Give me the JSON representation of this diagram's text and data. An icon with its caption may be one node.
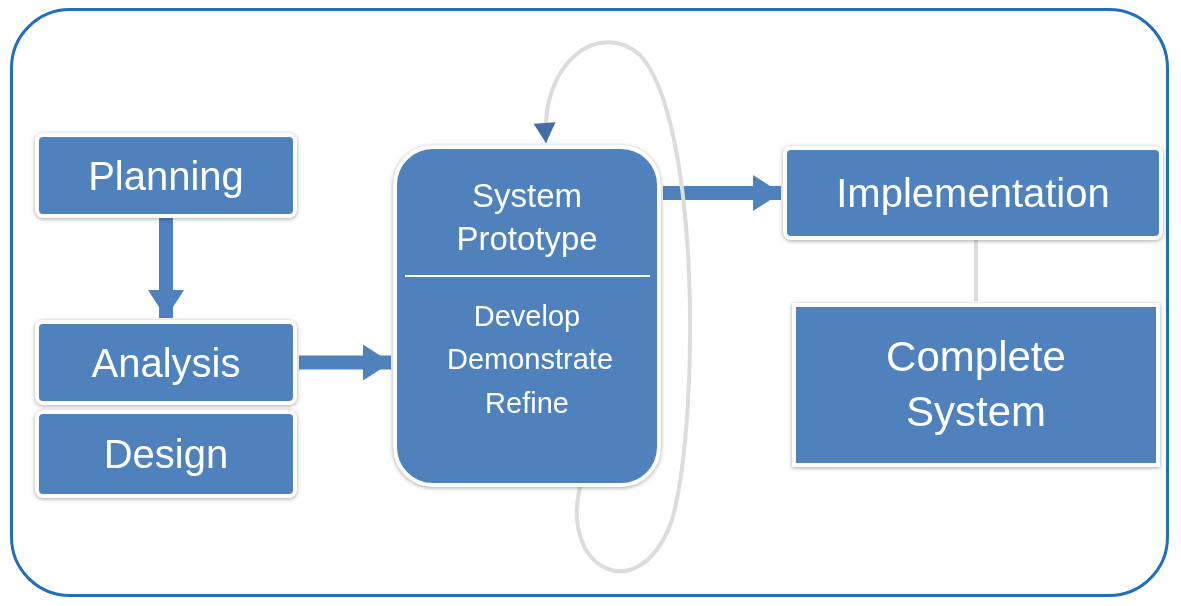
{
  "diagram": {
    "nodes": [
      {
        "text": [
          "Planning"
        ]
      },
      {
        "text": [
          "Analysis"
        ]
      },
      {
        "text": [
          "Design"
        ]
      },
      {
        "text": [
          "System Prototype",
          "Develop Demonstrate Refine"
        ]
      },
      {
        "text": [
          "Implementation"
        ]
      },
      {
        "text": [
          "Complete System"
        ]
      }
    ],
    "edges": [
      {
        "from": 0,
        "to": 1,
        "arrow": "to"
      },
      {
        "from": 1,
        "to": 3,
        "arrow": "to"
      },
      {
        "from": 3,
        "to": 4,
        "arrow": "to"
      },
      {
        "from": 4,
        "to": 5,
        "arrow": "none",
        "color": "#dcdcdc"
      },
      {
        "from": 3,
        "to": 3,
        "arrow": "to",
        "color": "#dcdcdc"
      }
    ]
  }
}
